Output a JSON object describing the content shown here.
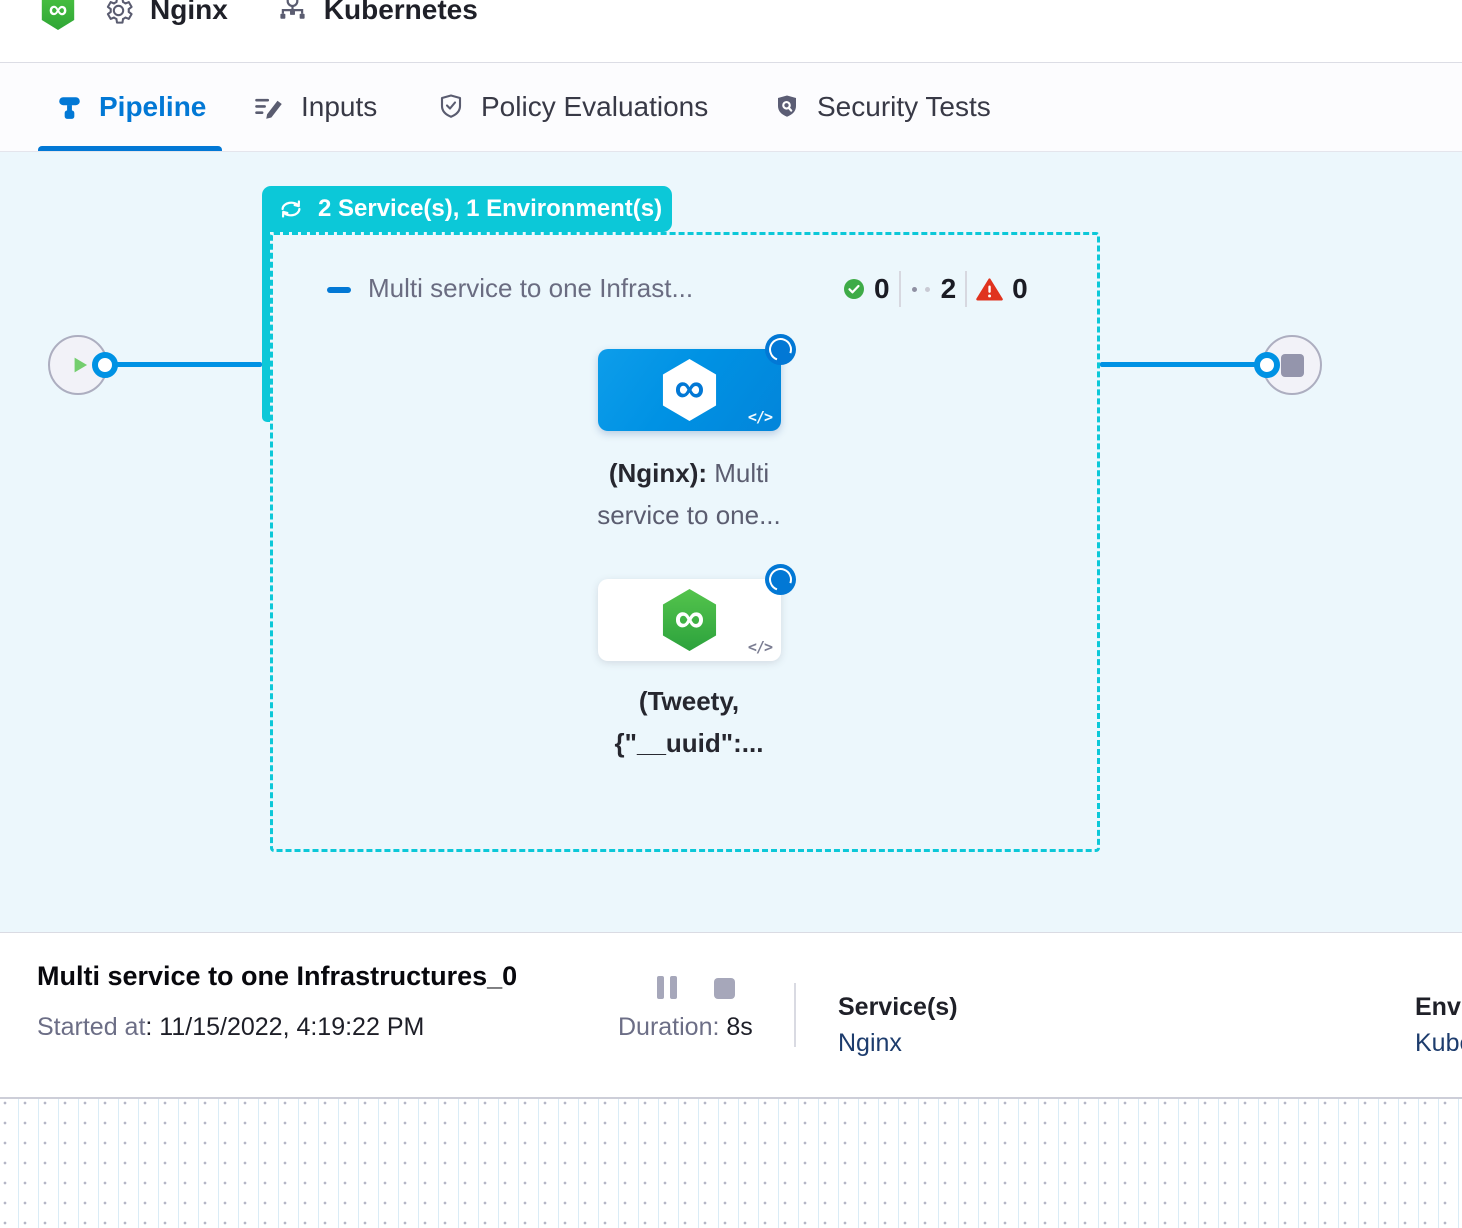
{
  "icons": {
    "infinity": "∞",
    "code": "</>"
  },
  "topbar": {
    "service_breadcrumb": "Nginx",
    "environment_breadcrumb": "Kubernetes"
  },
  "tabs": [
    {
      "label": "Pipeline",
      "active": true
    },
    {
      "label": "Inputs",
      "active": false
    },
    {
      "label": "Policy Evaluations",
      "active": false
    },
    {
      "label": "Security Tests",
      "active": false
    }
  ],
  "canvas": {
    "group_badge_label": "2 Service(s), 1 Environment(s)",
    "stage_title": "Multi service to one Infrast...",
    "status_counts": {
      "success": "0",
      "running": "2",
      "failed": "0"
    },
    "nodes": [
      {
        "name_bold": "(Nginx):",
        "name_rest": " Multi service to one..."
      },
      {
        "name_bold": "(Tweety, {\"__uuid\":...",
        "name_rest": ""
      }
    ]
  },
  "footer": {
    "title": "Multi service to one Infrastructures_0",
    "started_label": "Started at",
    "started_value": ": 11/15/2022, 4:19:22 PM",
    "duration_label": "Duration: ",
    "duration_value": "8s",
    "services_label": "Service(s)",
    "services_value": "Nginx",
    "environments_label": "Environment(s)",
    "environments_value": "Kubernetes"
  },
  "colors": {
    "accent_blue": "#0278d5",
    "runtime_blue": "#0092e4",
    "group_teal": "#0cc8d8",
    "success_green": "#3eab47",
    "error_red": "#e0331f",
    "link_navy": "#1d3c6d",
    "canvas_bg": "#ecf7fc"
  }
}
